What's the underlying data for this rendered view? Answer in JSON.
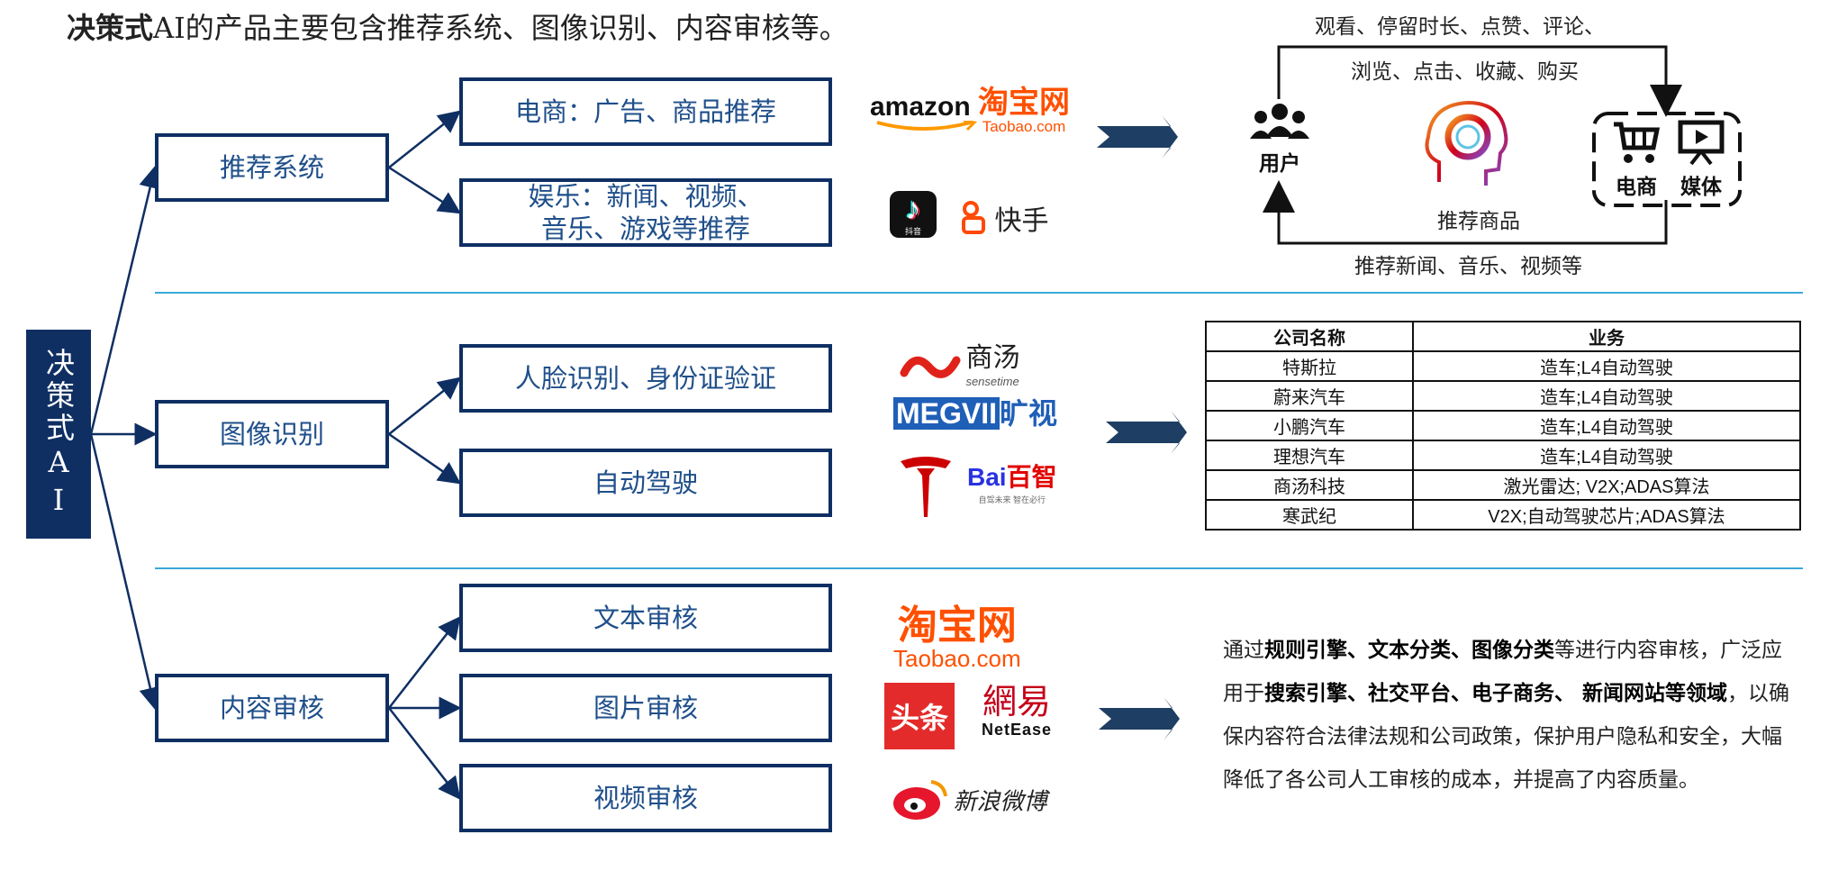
{
  "title": {
    "bold": "决策式",
    "rest": "AI的产品主要包含推荐系统、图像识别、内容审核等。"
  },
  "root": "决策式AI",
  "categories": [
    {
      "label": "推荐系统",
      "items": [
        "电商：广告、商品推荐",
        "娱乐：新闻、视频、\n音乐、游戏等推荐"
      ]
    },
    {
      "label": "图像识别",
      "items": [
        "人脸识别、身份证验证",
        "自动驾驶"
      ]
    },
    {
      "label": "内容审核",
      "items": [
        "文本审核",
        "图片审核",
        "视频审核"
      ]
    }
  ],
  "logos": {
    "amazon": "amazon",
    "taobao_cn": "淘宝网",
    "taobao_en": "Taobao.com",
    "douyin_small": "抖音",
    "kuaishou": "快手",
    "sensetime_cn": "商汤",
    "sensetime_en": "sensetime",
    "megvii": "MEGVII",
    "kuangshi": "旷视",
    "baidu_a": "Bai",
    "baidu_b": "百智",
    "baidu_slogan": "自驾未来  智在必行",
    "toutiao": "头条",
    "netease_cn": "網易",
    "netease_en": "NetEase",
    "weibo": "新浪微博"
  },
  "loop": {
    "top1": "观看、停留时长、点赞、评论、",
    "top2": "浏览、点击、收藏、购买",
    "user": "用户",
    "center": "推荐商品",
    "ecom": "电商",
    "media": "媒体",
    "bottom": "推荐新闻、音乐、视频等"
  },
  "table": {
    "headers": [
      "公司名称",
      "业务"
    ],
    "rows": [
      [
        "特斯拉",
        "造车;L4自动驾驶"
      ],
      [
        "蔚来汽车",
        "造车;L4自动驾驶"
      ],
      [
        "小鹏汽车",
        "造车;L4自动驾驶"
      ],
      [
        "理想汽车",
        "造车;L4自动驾驶"
      ],
      [
        "商汤科技",
        "激光雷达; V2X;ADAS算法"
      ],
      [
        "寒武纪",
        "V2X;自动驾驶芯片;ADAS算法"
      ]
    ]
  },
  "desc": {
    "p1": "通过",
    "b1": "规则引擎、文本分类、图像分类",
    "p2": "等进行内容审核，广泛应用于",
    "b2": "搜索引擎、社交平台、电子商务、 新闻网站等领域",
    "p3": "，以确保内容符合法律法规和公司政策，保护用户隐私和安全，大幅降低了各公司人工审核的成本，并提高了内容质量。"
  },
  "colors": {
    "navy": "#0f2f63",
    "box_text": "#1f4f8a",
    "separator": "#3aa9d9",
    "taobao": "#ff5000",
    "tesla": "#cc0000",
    "baidu_blue": "#2932e1",
    "weibo": "#e6162d"
  }
}
